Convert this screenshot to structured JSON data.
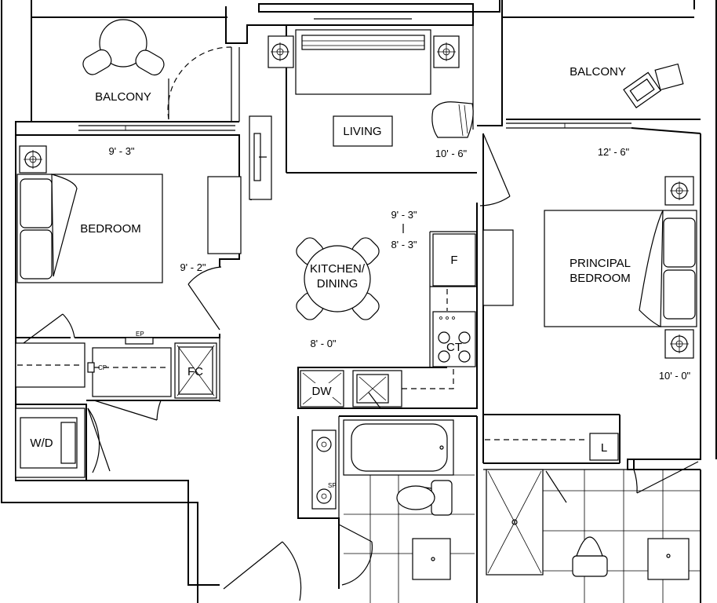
{
  "rooms": {
    "balcony_left": "BALCONY",
    "balcony_right": "BALCONY",
    "living": "LIVING",
    "bedroom": "BEDROOM",
    "kitchen_line1": "KITCHEN/",
    "kitchen_line2": "DINING",
    "principal_line1": "PRINCIPAL",
    "principal_line2": "BEDROOM"
  },
  "fixtures": {
    "fridge": "F",
    "cooktop": "CT",
    "dishwasher": "DW",
    "fan_coil": "FC",
    "washer_dryer": "W/D",
    "linen": "L",
    "electrical_panel": "EP",
    "cp": "CP",
    "sp": "SP"
  },
  "dimensions": {
    "balcony_left_width": "9' - 3\"",
    "living_width": "10' - 6\"",
    "balcony_right_width": "12' - 6\"",
    "kitchen_dim_a": "9' - 3\"",
    "kitchen_dim_b": "8' - 3\"",
    "bedroom_dim": "9' - 2\"",
    "kitchen_width": "8' - 0\"",
    "principal_dim": "10' - 0\""
  }
}
